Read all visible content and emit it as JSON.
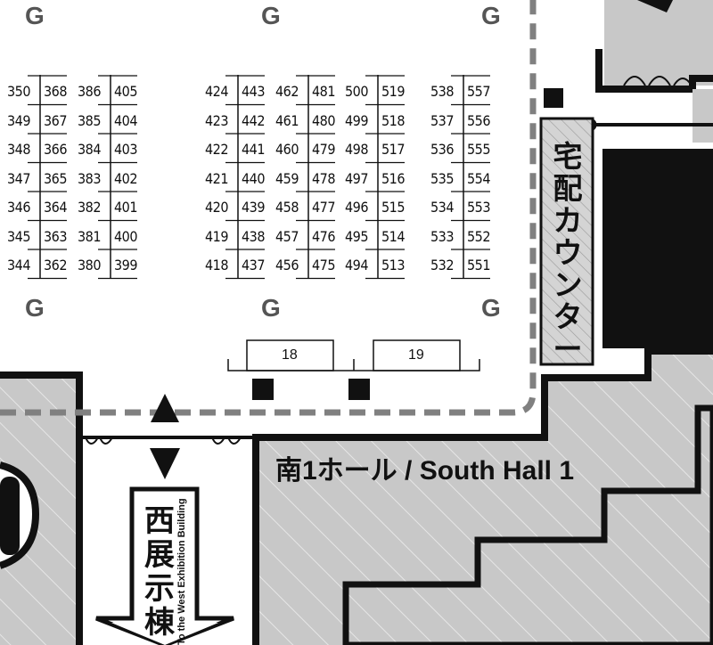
{
  "marker_label": "G",
  "hall": {
    "label": "南1ホール / South Hall 1"
  },
  "counter": {
    "label": "宅配カウンター"
  },
  "west": {
    "label_jp": "西展示棟へ",
    "label_en": "To the West Exhibition Building"
  },
  "seats": [
    "18",
    "19"
  ],
  "booth_blocks": [
    {
      "left": [
        "350",
        "349",
        "348",
        "347",
        "346",
        "345",
        "344"
      ],
      "right": [
        "368",
        "367",
        "366",
        "365",
        "364",
        "363",
        "362"
      ]
    },
    {
      "left": [
        "386",
        "385",
        "384",
        "383",
        "382",
        "381",
        "380"
      ],
      "right": [
        "405",
        "404",
        "403",
        "402",
        "401",
        "400",
        "399"
      ]
    },
    {
      "left": [
        "424",
        "423",
        "422",
        "421",
        "420",
        "419",
        "418"
      ],
      "right": [
        "443",
        "442",
        "441",
        "440",
        "439",
        "438",
        "437"
      ]
    },
    {
      "left": [
        "462",
        "461",
        "460",
        "459",
        "458",
        "457",
        "456"
      ],
      "right": [
        "481",
        "480",
        "479",
        "478",
        "477",
        "476",
        "475"
      ]
    },
    {
      "left": [
        "500",
        "499",
        "498",
        "497",
        "496",
        "495",
        "494"
      ],
      "right": [
        "519",
        "518",
        "517",
        "516",
        "515",
        "514",
        "513"
      ]
    },
    {
      "left": [
        "538",
        "537",
        "536",
        "535",
        "534",
        "533",
        "532"
      ],
      "right": [
        "557",
        "556",
        "555",
        "554",
        "553",
        "552",
        "551"
      ]
    }
  ],
  "colors": {
    "floor_gray": "#c8c8c8",
    "wall": "#111111",
    "marker_gray": "#555555",
    "dash_gray": "#808080"
  }
}
